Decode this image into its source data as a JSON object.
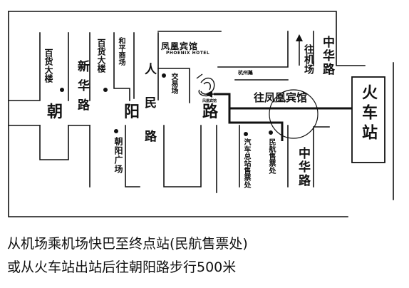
{
  "map": {
    "streets": {
      "chaoyang_road": [
        "朝",
        "阳",
        "路"
      ],
      "xinhua_road": "新华路",
      "zhonghua_road_north": "中华路",
      "zhonghua_road_south": "中华路",
      "renmin_road": "人民路"
    },
    "buildings": {
      "hotel_name": "凤凰宾馆",
      "hotel_english": "PHOENIX HOTEL",
      "hotel_logo_caption": "凤凰宾馆",
      "baihuo_left": "百货大楼",
      "baihuo_right": "百货大楼",
      "heping_market": "和平商场",
      "jiaoyi_market": "交易场",
      "chaoyang_square": "朝阳广场",
      "bus_terminal": "汽车总站售票处",
      "civil_aviation": "民航售票处",
      "railway_station": "火车站",
      "small_road_label": "杭州路"
    },
    "directions": {
      "to_airport": "往机场",
      "to_hotel": "往凤凰宾馆"
    }
  },
  "caption": {
    "line1": "从机场乘机场快巴至终点站(民航售票处)",
    "line2": "或从火车站出站后往朝阳路步行500米"
  }
}
